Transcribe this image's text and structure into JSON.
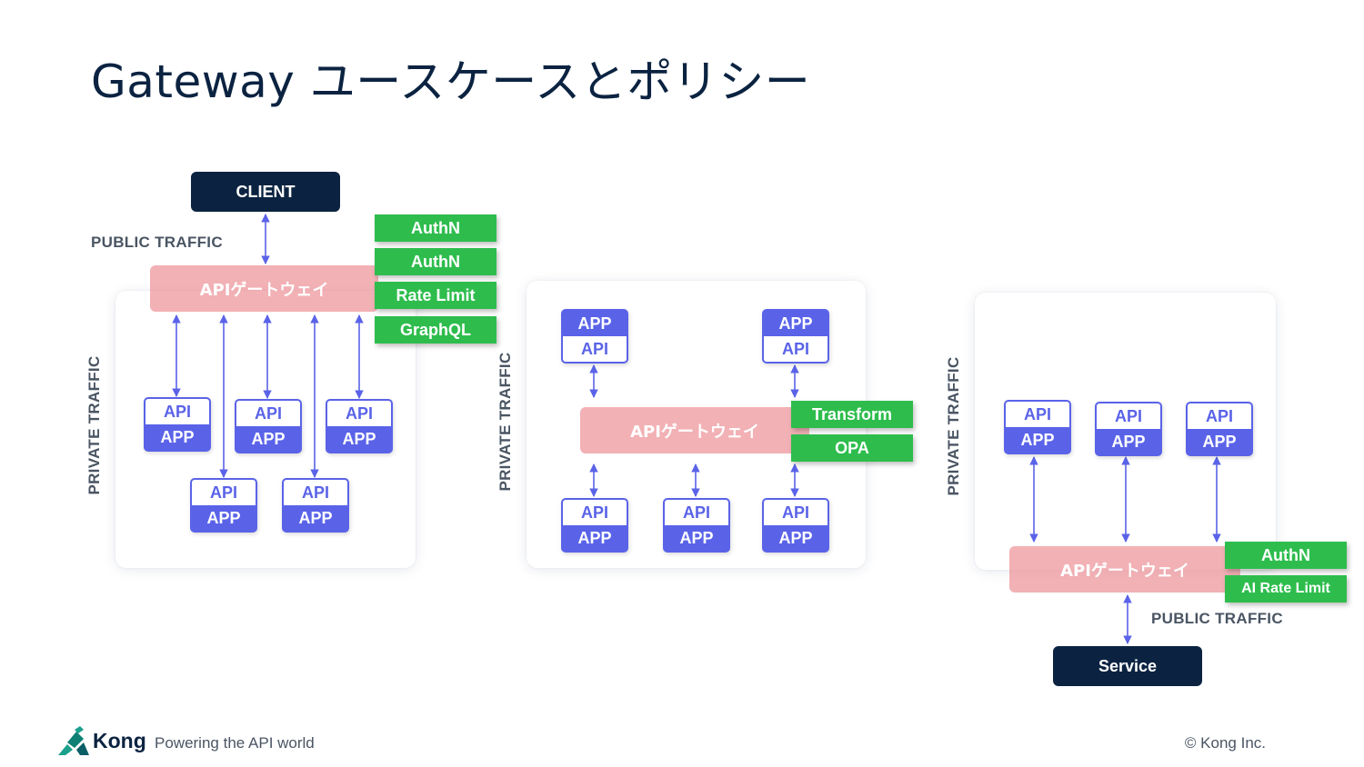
{
  "title": "Gateway ユースケースとポリシー",
  "diagram1": {
    "client": "CLIENT",
    "public_traffic": "PUBLIC TRAFFIC",
    "private_traffic": "PRIVATE TRAFFIC",
    "gateway": "APIゲートウェイ",
    "policies": [
      "AuthN",
      "AuthN",
      "Rate Limit",
      "GraphQL"
    ],
    "services": [
      {
        "top": "API",
        "bottom": "APP"
      },
      {
        "top": "API",
        "bottom": "APP"
      },
      {
        "top": "API",
        "bottom": "APP"
      },
      {
        "top": "API",
        "bottom": "APP"
      },
      {
        "top": "API",
        "bottom": "APP"
      }
    ]
  },
  "diagram2": {
    "private_traffic": "PRIVATE TRAFFIC",
    "gateway": "APIゲートウェイ",
    "policies": [
      "Transform",
      "OPA"
    ],
    "upper_services": [
      {
        "top": "APP",
        "bottom": "API"
      },
      {
        "top": "APP",
        "bottom": "API"
      }
    ],
    "lower_services": [
      {
        "top": "API",
        "bottom": "APP"
      },
      {
        "top": "API",
        "bottom": "APP"
      },
      {
        "top": "API",
        "bottom": "APP"
      }
    ]
  },
  "diagram3": {
    "private_traffic": "PRIVATE TRAFFIC",
    "public_traffic": "PUBLIC TRAFFIC",
    "gateway": "APIゲートウェイ",
    "policies": [
      "AuthN",
      "AI Rate Limit"
    ],
    "service": "Service",
    "services": [
      {
        "top": "API",
        "bottom": "APP"
      },
      {
        "top": "API",
        "bottom": "APP"
      },
      {
        "top": "API",
        "bottom": "APP"
      }
    ]
  },
  "footer": {
    "brand": "Kong",
    "tagline": "Powering the API world",
    "copyright": "©  Kong Inc."
  },
  "colors": {
    "navy": "#0b2341",
    "gateway": "#ec8c92",
    "policy": "#2ebd4d",
    "service": "#5a63e8",
    "logo": "#1aa08c"
  }
}
